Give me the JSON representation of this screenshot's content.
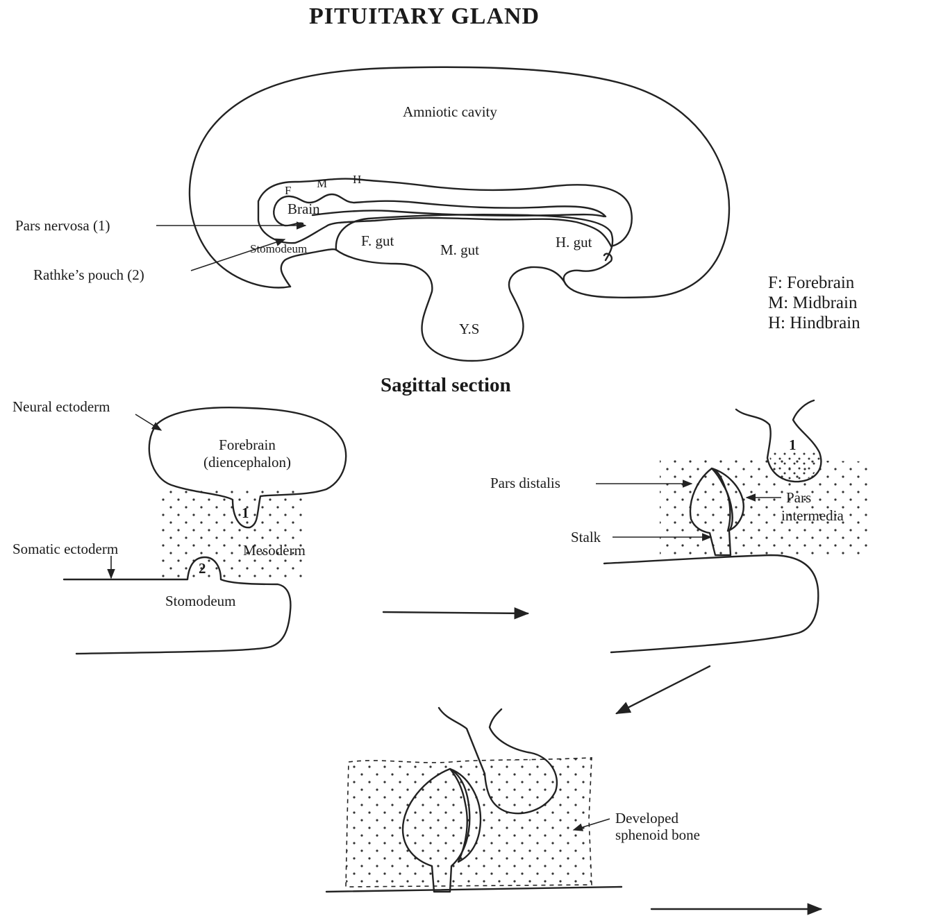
{
  "title": "PITUITARY GLAND",
  "sagittal": {
    "heading": "Sagittal section",
    "amniotic_cavity": "Amniotic cavity",
    "f": "F",
    "m": "M",
    "h": "H",
    "brain": "Brain",
    "stomodeum": "Stomodeum",
    "f_gut": "F. gut",
    "m_gut": "M. gut",
    "h_gut": "H. gut",
    "ys": "Y.S",
    "pars_nervosa": "Pars nervosa (1)",
    "rathkes_pouch": "Rathke’s pouch (2)"
  },
  "legend": {
    "f": "F: Forebrain",
    "m": "M: Midbrain",
    "h": "H: Hindbrain"
  },
  "stage1": {
    "neural_ectoderm": "Neural ectoderm",
    "forebrain": "Forebrain",
    "diencephalon": "(diencephalon)",
    "num1": "1",
    "num2": "2",
    "somatic_ectoderm": "Somatic ectoderm",
    "mesoderm": "Mesoderm",
    "stomodeum": "Stomodeum"
  },
  "stage2": {
    "pars_distalis": "Pars distalis",
    "pars": "Pars",
    "intermedia": "intermedia",
    "stalk": "Stalk",
    "num1": "1"
  },
  "stage3": {
    "developed": "Developed",
    "sphenoid_bone": "sphenoid bone"
  }
}
